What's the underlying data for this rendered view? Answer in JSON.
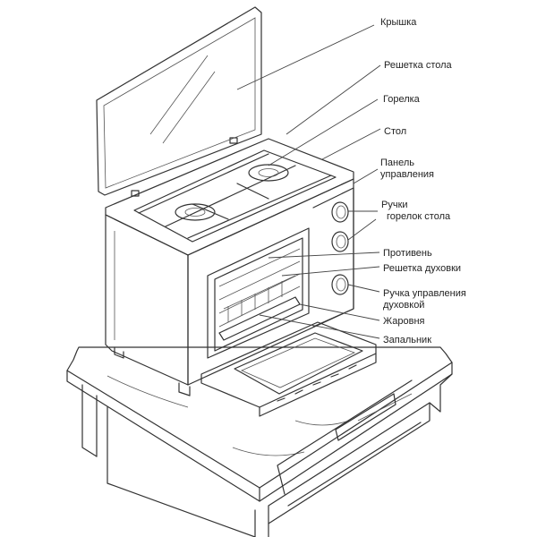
{
  "labels": {
    "lid": "Крышка",
    "table_grate": "Решетка стола",
    "burner": "Горелка",
    "table": "Стол",
    "control_panel_1": "Панель",
    "control_panel_2": "управления",
    "knobs_1": "Ручки",
    "knobs_2": "горелок стола",
    "tray": "Противень",
    "oven_rack": "Решетка духовки",
    "oven_knob_1": "Ручка управления",
    "oven_knob_2": "духовкой",
    "roaster": "Жаровня",
    "igniter": "Запальник"
  }
}
